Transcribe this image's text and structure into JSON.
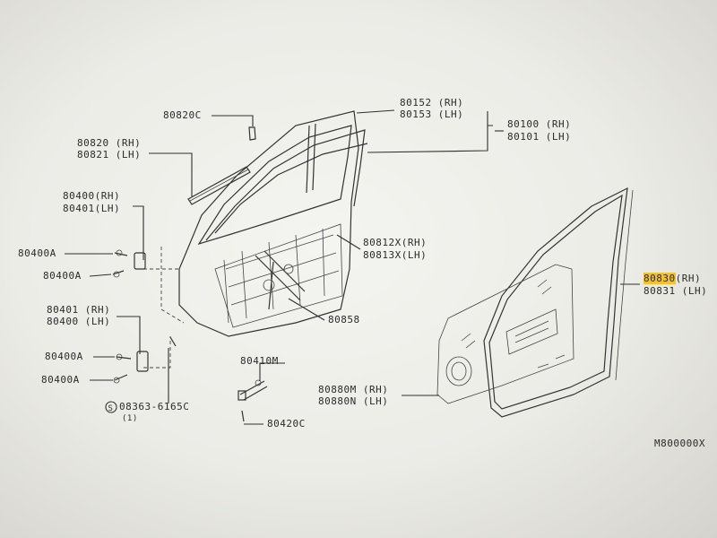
{
  "labels": {
    "c80820c": "80820C",
    "c80820rh": "80820 (RH)",
    "c80821lh": "80821 (LH)",
    "c80400rh": "80400(RH)",
    "c80401lh": "80401(LH)",
    "c80400a_1": "80400A",
    "c80400a_2": "80400A",
    "c80401rh": "80401 (RH)",
    "c80400lh": "80400 (LH)",
    "c80400a_3": "80400A",
    "c80400a_4": "80400A",
    "c08363": "08363-6165C",
    "c08363_qty": "(1)",
    "c80410m": "80410M",
    "c80420c": "80420C",
    "c80152rh": "80152 (RH)",
    "c80153lh": "80153 (LH)",
    "c80100rh": "80100 (RH)",
    "c80101lh": "80101 (LH)",
    "c80812x": "80812X(RH)",
    "c80813x": "80813X(LH)",
    "c80858": "80858",
    "c80830_num": "80830",
    "c80830_side": "(RH)",
    "c80831lh": "80831 (LH)",
    "c80880m": "80880M (RH)",
    "c80880n": "80880N (LH)",
    "code": "M800000X"
  },
  "colors": {
    "highlight": "#f2c230",
    "ink": "#2f2f2f",
    "paper": "#f1f1ec"
  },
  "icons": {
    "circled_s": "circled-s-symbol"
  }
}
